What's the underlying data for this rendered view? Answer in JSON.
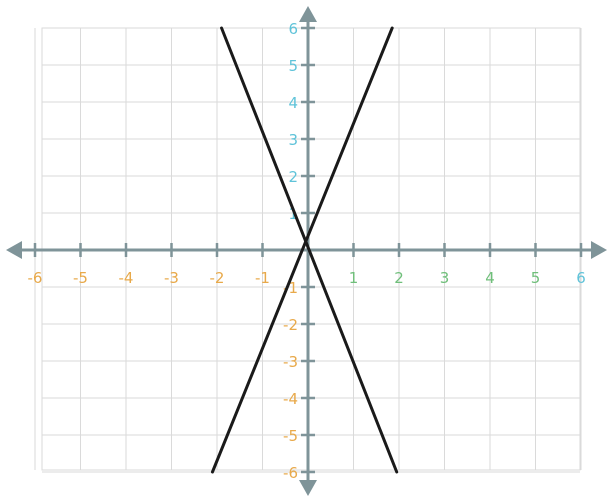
{
  "chart_data": {
    "type": "line",
    "title": "",
    "xlabel": "",
    "ylabel": "",
    "xlim": [
      -6,
      6
    ],
    "ylim": [
      -6,
      6
    ],
    "grid": true,
    "x_ticks": [
      "-6",
      "-5",
      "-4",
      "-3",
      "-2",
      "-1",
      "1",
      "2",
      "3",
      "4",
      "5",
      "6"
    ],
    "y_ticks": [
      "-6",
      "-5",
      "-4",
      "-3",
      "-2",
      "-1",
      "1",
      "2",
      "3",
      "4",
      "5",
      "6"
    ],
    "series": [
      {
        "x": [
          -1.9,
          1.95
        ],
        "y": [
          6,
          -6
        ]
      },
      {
        "x": [
          -2.1,
          1.85
        ],
        "y": [
          -6,
          6
        ]
      }
    ]
  },
  "colors": {
    "negative_label": "#e8a94a",
    "positive_x_label": "#6fbf7a",
    "positive_y_label": "#5fc3d9",
    "axis": "#7f9499",
    "grid": "#dadada",
    "line": "#1a1a1a"
  }
}
